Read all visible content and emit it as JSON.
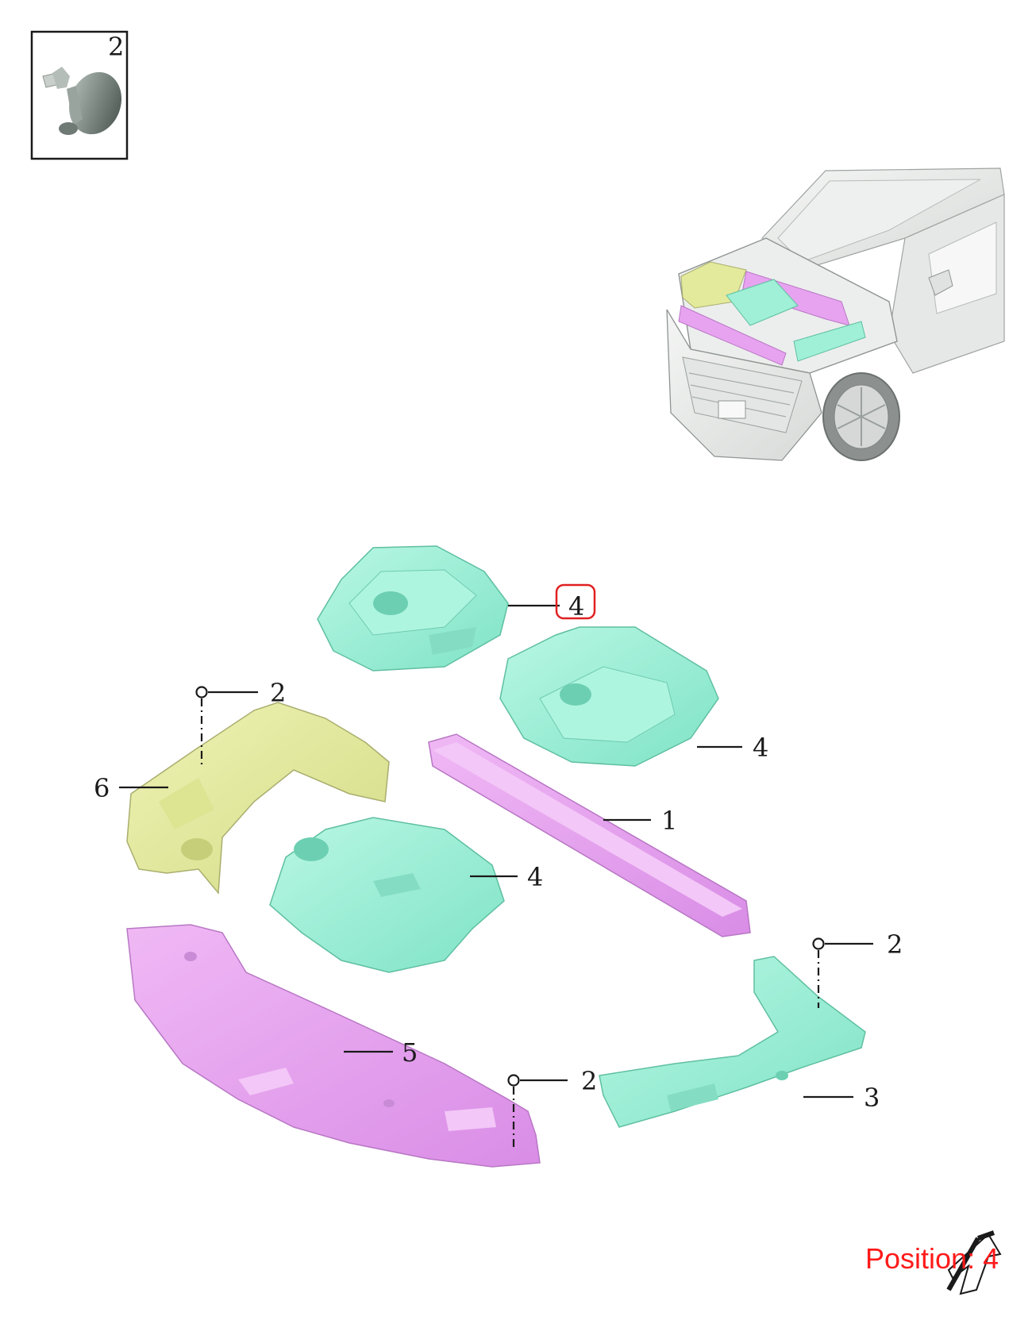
{
  "inset": {
    "callout": "2"
  },
  "callouts": {
    "engine_cover_top": "4",
    "engine_cover_mid": "4",
    "engine_cover_low": "4",
    "clip_left_panel": "2",
    "clip_right_panel": "2",
    "clip_front_panel": "2",
    "left_panel": "6",
    "beam": "1",
    "front_panel": "5",
    "right_panel": "3"
  },
  "position_label": "Position: 4",
  "colors": {
    "teal_part": "#9ff0d6",
    "pink_part": "#e7a3f0",
    "yellow_part": "#e4ea9c",
    "highlight": "#e02020",
    "position_text": "#ff1a1a",
    "line": "#1a1a1a"
  }
}
